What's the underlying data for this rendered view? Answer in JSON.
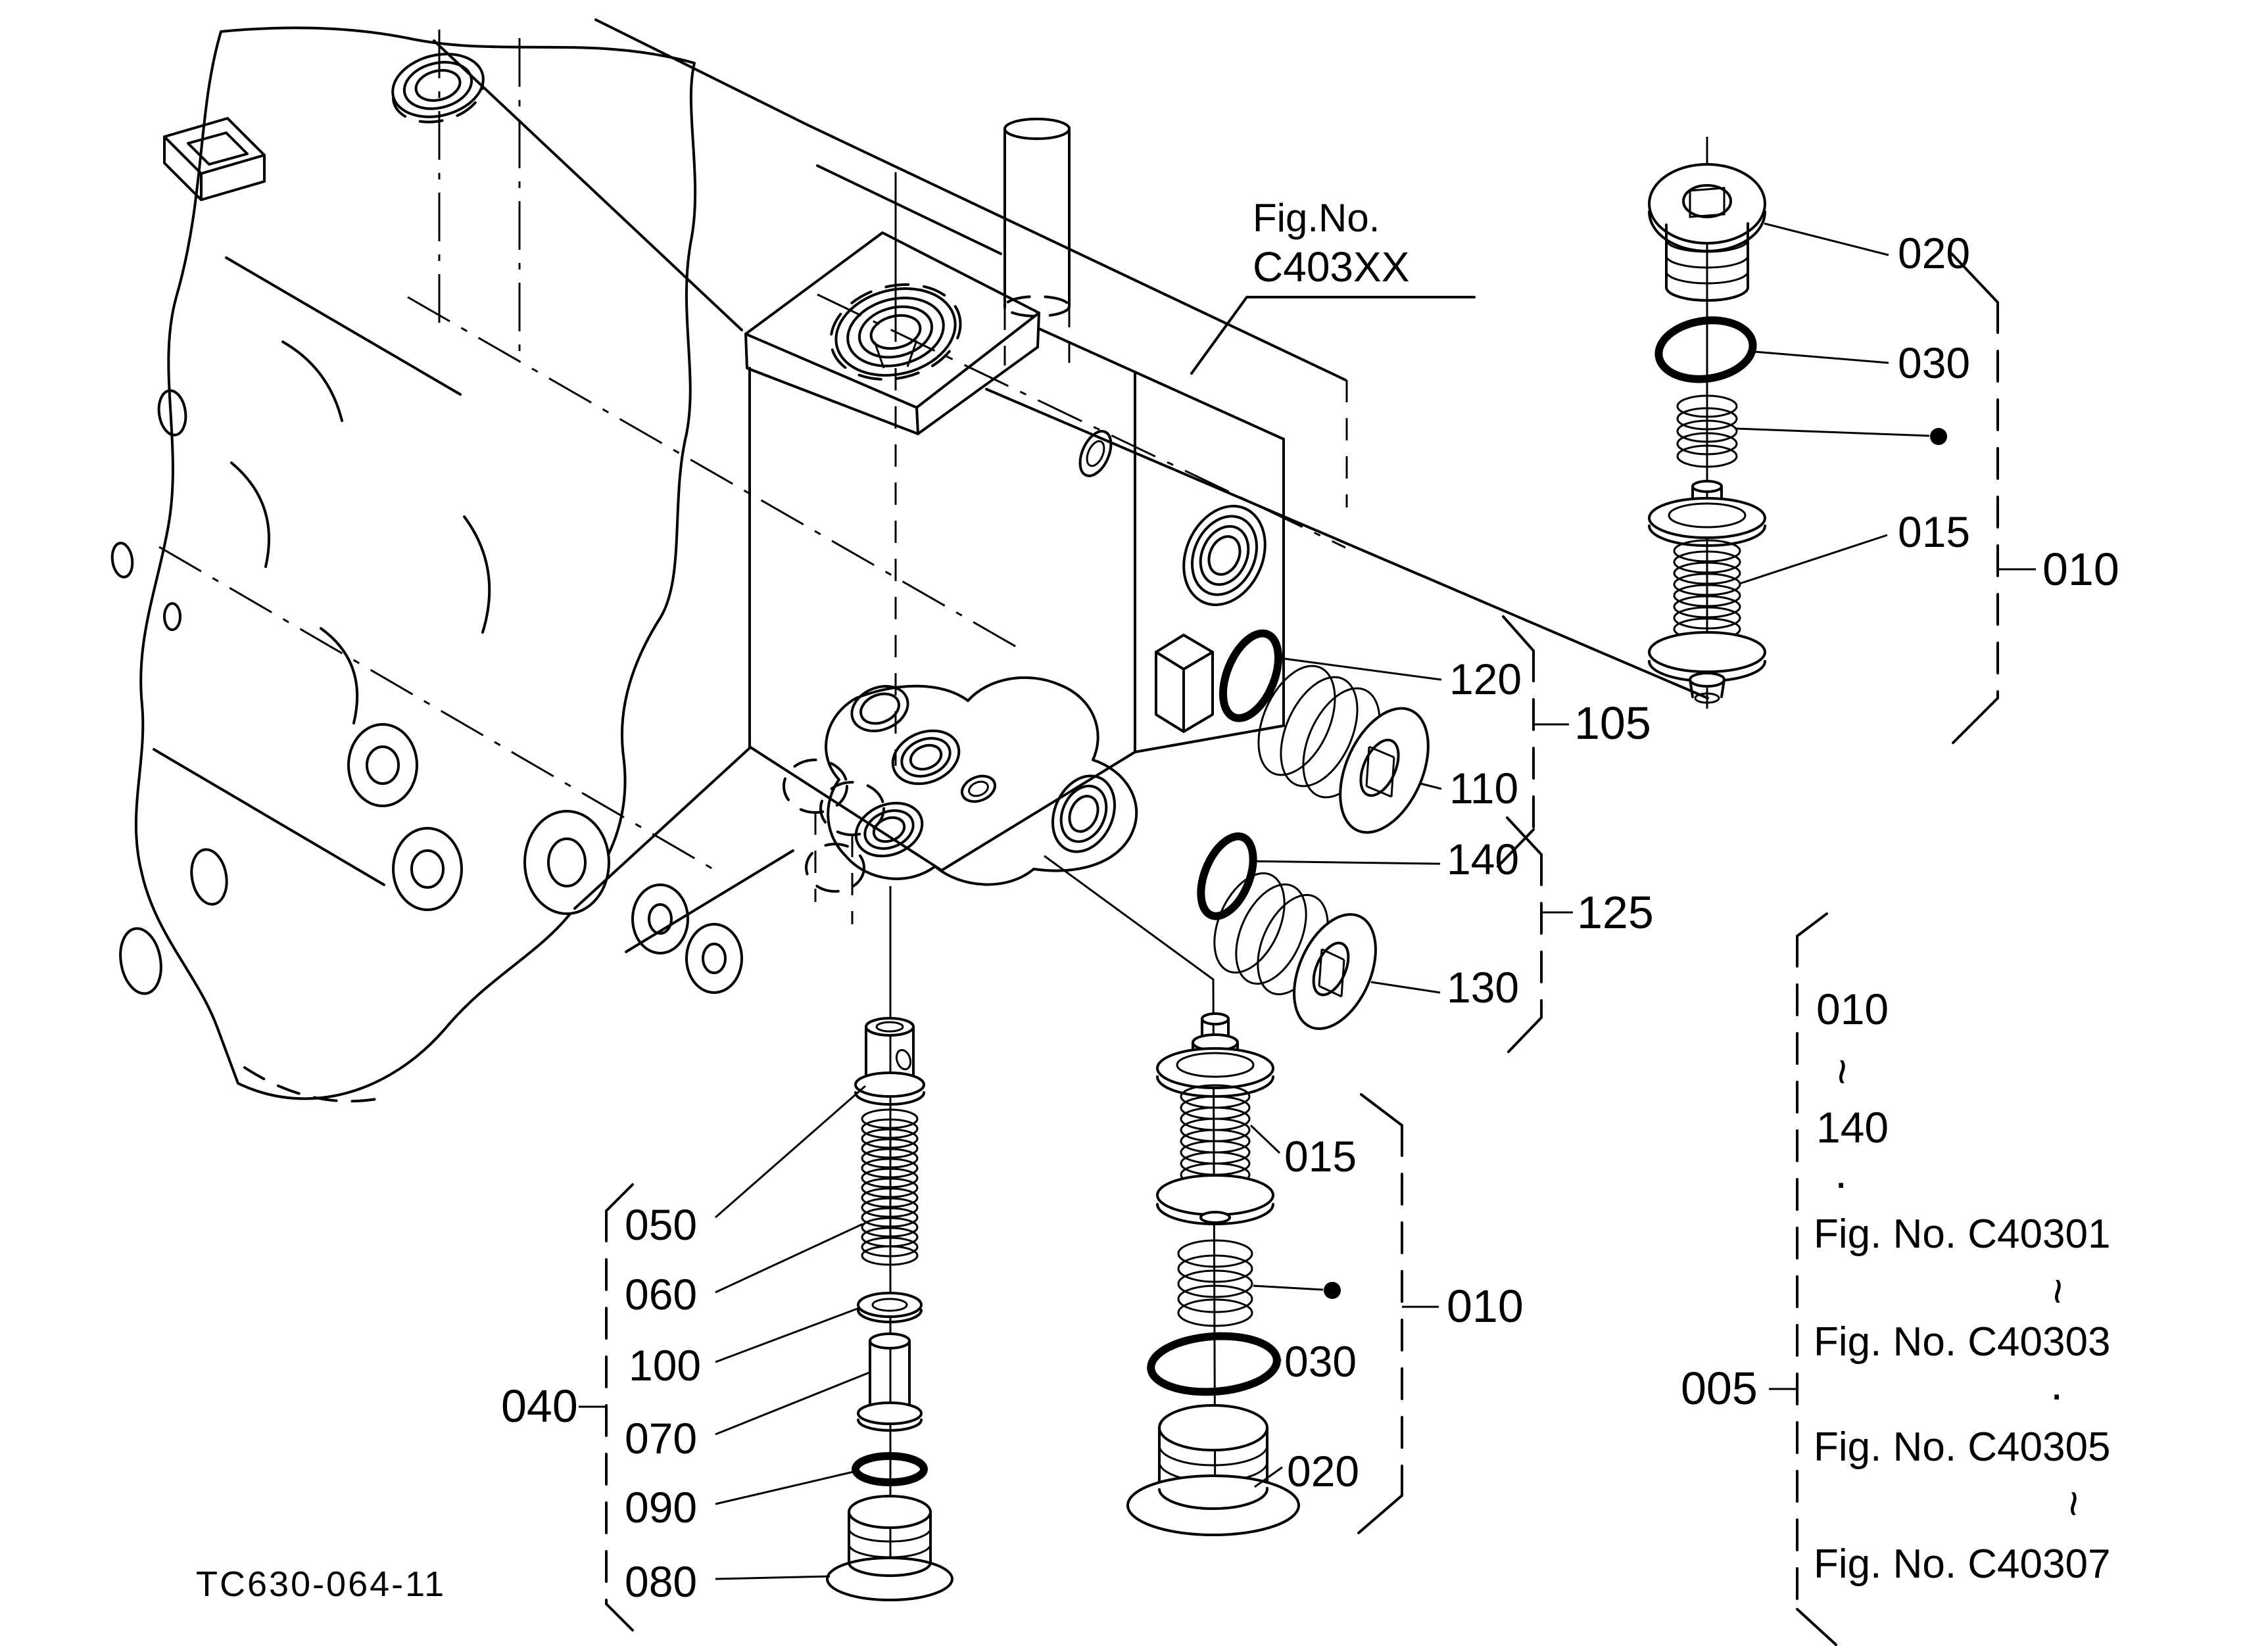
{
  "drawing": {
    "fig_ref_line1": "Fig.No.",
    "fig_ref_line2": "C403XX",
    "sheet_code": "TC630-064-11"
  },
  "callouts": {
    "relief_top": {
      "group_label": "010",
      "plug": "020",
      "oring": "030",
      "piston": "015"
    },
    "port_upper": {
      "group_label": "105",
      "oring": "120",
      "plug": "110"
    },
    "port_lower": {
      "group_label": "125",
      "oring": "140",
      "plug": "130"
    },
    "check_valve": {
      "group_label": "040",
      "retainer": "050",
      "spring": "060",
      "washer": "100",
      "piston": "070",
      "oring": "090",
      "plug": "080"
    },
    "relief_bottom": {
      "group_label": "010",
      "piston": "015",
      "oring": "030",
      "plug": "020"
    }
  },
  "reference_block": {
    "group_label": "005",
    "lines": [
      "010",
      "~",
      "140",
      "·",
      "Fig. No. C40301",
      "~",
      "Fig. No. C40303",
      "·",
      "Fig. No. C40305",
      "~",
      "Fig. No. C40307"
    ]
  }
}
